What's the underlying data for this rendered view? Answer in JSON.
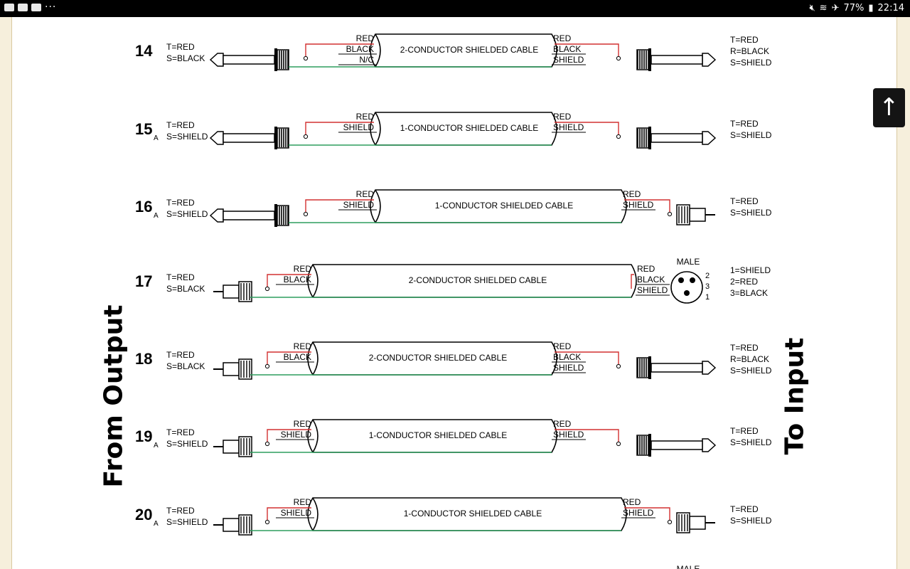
{
  "status_bar": {
    "time": "22:14",
    "battery": "77%",
    "left_icons": [
      "mail-icon",
      "youtube-icon",
      "youtube-icon",
      "more-dots-icon"
    ],
    "right_icons": [
      "mute-icon",
      "wifi-icon",
      "airplane-icon",
      "battery-icon"
    ],
    "dots": "···"
  },
  "side_labels": {
    "left": "From Output",
    "right": "To Input"
  },
  "scroll_top": {
    "icon": "arrow-up-icon",
    "glyph": "↑"
  },
  "cables": [
    {
      "number": "14",
      "sub": "",
      "left_pins": [
        "T=RED",
        "S=BLACK"
      ],
      "right_pins": [
        "T=RED",
        "R=BLACK",
        "S=SHIELD"
      ],
      "left_conn": "quarter-inch-plug",
      "right_conn": "quarter-inch-plug",
      "cable_label": "2-CONDUCTOR SHIELDED CABLE",
      "left_wires": [
        "RED",
        "BLACK",
        "N/C"
      ],
      "right_wires": [
        "RED",
        "BLACK",
        "SHIELD"
      ],
      "xlr_label": ""
    },
    {
      "number": "15",
      "sub": "A",
      "left_pins": [
        "T=RED",
        "S=SHIELD"
      ],
      "right_pins": [
        "T=RED",
        "S=SHIELD"
      ],
      "left_conn": "quarter-inch-plug",
      "right_conn": "quarter-inch-plug",
      "cable_label": "1-CONDUCTOR SHIELDED CABLE",
      "left_wires": [
        "RED",
        "SHIELD"
      ],
      "right_wires": [
        "RED",
        "SHIELD"
      ],
      "xlr_label": ""
    },
    {
      "number": "16",
      "sub": "A",
      "left_pins": [
        "T=RED",
        "S=SHIELD"
      ],
      "right_pins": [
        "T=RED",
        "S=SHIELD"
      ],
      "left_conn": "quarter-inch-plug",
      "right_conn": "rca-plug",
      "cable_label": "1-CONDUCTOR SHIELDED CABLE",
      "left_wires": [
        "RED",
        "SHIELD"
      ],
      "right_wires": [
        "RED",
        "SHIELD"
      ],
      "xlr_label": ""
    },
    {
      "number": "17",
      "sub": "",
      "left_pins": [
        "T=RED",
        "S=BLACK"
      ],
      "right_pins": [
        "1=SHIELD",
        "2=RED",
        "3=BLACK"
      ],
      "left_conn": "rca-plug",
      "right_conn": "xlr-male",
      "cable_label": "2-CONDUCTOR SHIELDED CABLE",
      "left_wires": [
        "RED",
        "BLACK"
      ],
      "right_wires": [
        "RED",
        "BLACK",
        "SHIELD"
      ],
      "xlr_label": "MALE",
      "xlr_pins": [
        "2",
        "3",
        "1"
      ]
    },
    {
      "number": "18",
      "sub": "",
      "left_pins": [
        "T=RED",
        "S=BLACK"
      ],
      "right_pins": [
        "T=RED",
        "R=BLACK",
        "S=SHIELD"
      ],
      "left_conn": "rca-plug",
      "right_conn": "quarter-inch-plug",
      "cable_label": "2-CONDUCTOR SHIELDED CABLE",
      "left_wires": [
        "RED",
        "BLACK"
      ],
      "right_wires": [
        "RED",
        "BLACK",
        "SHIELD"
      ],
      "xlr_label": ""
    },
    {
      "number": "19",
      "sub": "A",
      "left_pins": [
        "T=RED",
        "S=SHIELD"
      ],
      "right_pins": [
        "T=RED",
        "S=SHIELD"
      ],
      "left_conn": "rca-plug",
      "right_conn": "quarter-inch-plug",
      "cable_label": "1-CONDUCTOR SHIELDED CABLE",
      "left_wires": [
        "RED",
        "SHIELD"
      ],
      "right_wires": [
        "RED",
        "SHIELD"
      ],
      "xlr_label": ""
    },
    {
      "number": "20",
      "sub": "A",
      "left_pins": [
        "T=RED",
        "S=SHIELD"
      ],
      "right_pins": [
        "T=RED",
        "S=SHIELD"
      ],
      "left_conn": "rca-plug",
      "right_conn": "rca-plug",
      "cable_label": "1-CONDUCTOR SHIELDED CABLE",
      "left_wires": [
        "RED",
        "SHIELD"
      ],
      "right_wires": [
        "RED",
        "SHIELD"
      ],
      "xlr_label": ""
    }
  ],
  "partial_bottom_label": "MALE",
  "colors": {
    "red_wire": "#d23030",
    "green_shield": "#2e9e5e",
    "line": "#000000",
    "background": "#f6efdc",
    "page": "#ffffff",
    "status_bar": "#000000",
    "scroll_button": "#141414"
  }
}
